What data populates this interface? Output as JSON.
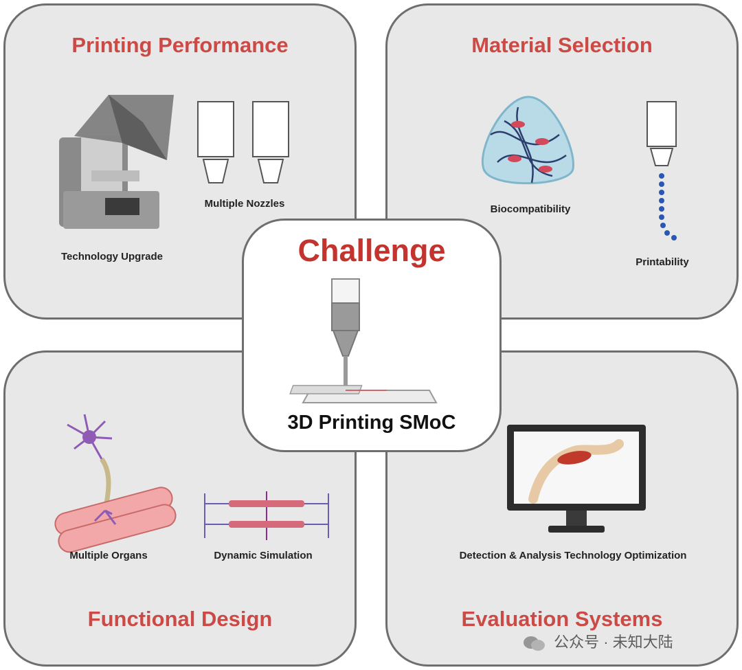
{
  "quadrants": {
    "printing_performance": {
      "title": "Printing Performance",
      "labels": [
        "Multiple Nozzles",
        "Technology Upgrade"
      ]
    },
    "material_selection": {
      "title": "Material Selection",
      "labels": [
        "Biocompatibility",
        "Printability"
      ]
    },
    "functional_design": {
      "title": "Functional Design",
      "labels": [
        "Multiple Organs",
        "Dynamic Simulation"
      ]
    },
    "evaluation_systems": {
      "title": "Evaluation Systems",
      "labels": [
        "Detection & Analysis Technology Optimization"
      ]
    }
  },
  "center": {
    "title": "Challenge",
    "subtitle": "3D Printing SMoC"
  },
  "watermark": "公众号 · 未知大陆",
  "colors": {
    "title_red": "#cc4a46",
    "center_red": "#c4342e",
    "panel_gray": "#e8e8e8",
    "border_gray": "#6e6e6e"
  }
}
